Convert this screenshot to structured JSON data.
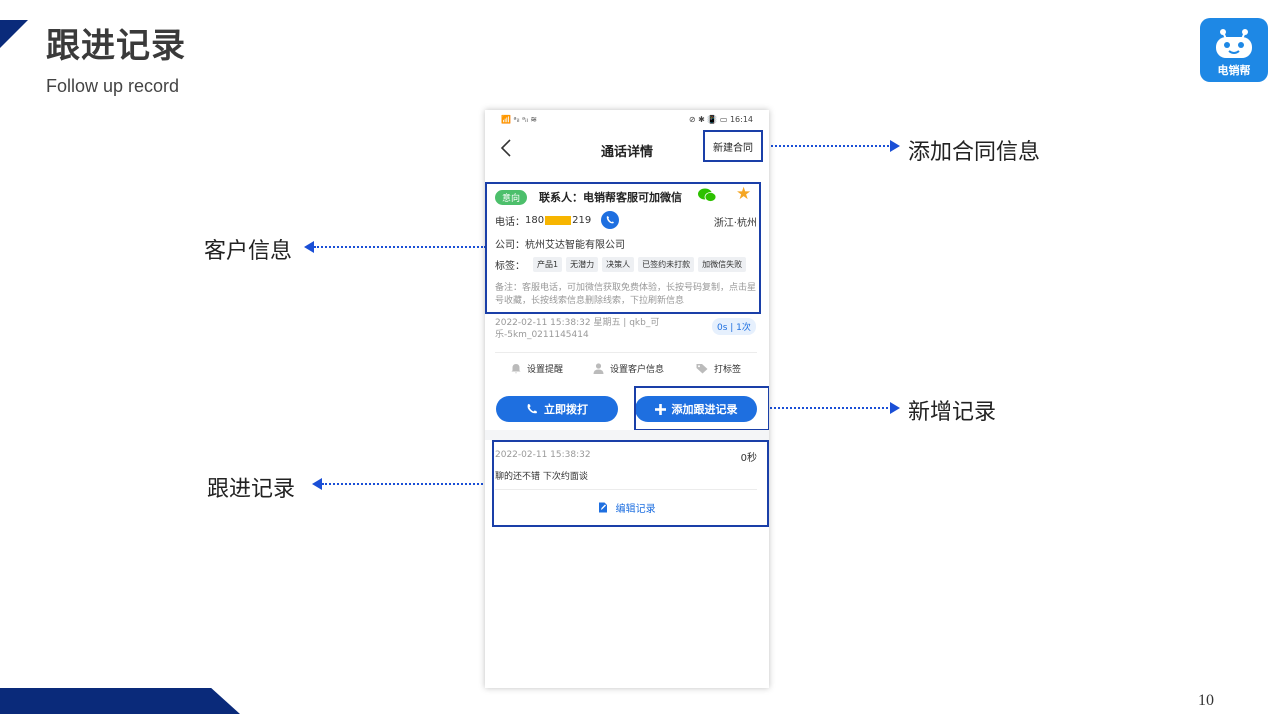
{
  "slide": {
    "title": "跟进记录",
    "subtitle": "Follow up record",
    "page_number": "10",
    "logo_text": "电销帮",
    "accent_color": "#0a2a7a",
    "annotation_color": "#1a4fd6"
  },
  "annotations": {
    "add_contract": "添加合同信息",
    "customer_info": "客户信息",
    "add_record": "新增记录",
    "follow_record": "跟进记录"
  },
  "phone": {
    "status": {
      "left": "📶 ᵃᵢₗ ᵃᵢₗ ≋",
      "right": "⊘ ✱ 📳 ▭ 16:14"
    },
    "nav": {
      "title": "通话详情",
      "new_contract": "新建合同"
    },
    "customer": {
      "intent_badge": "意向",
      "contact": "联系人：电销帮客服可加微信",
      "phone_label": "电话：",
      "phone_prefix": "180",
      "phone_suffix": "219",
      "location": "浙江·杭州",
      "company": "公司：杭州艾达智能有限公司",
      "tags_label": "标签：",
      "tags": [
        "产品1",
        "无潜力",
        "决策人",
        "已签约未打款",
        "加微信失败"
      ],
      "remark": "备注：客服电话，可加微信获取免费体验，长按号码复制，点击星号收藏，长按线索信息删除线索，下拉刷新信息"
    },
    "meta": {
      "line": "2022-02-11 15:38:32 星期五 | qkb_可乐-5km_0211145414",
      "duration": "0s | 1次"
    },
    "actions": {
      "reminder": "设置提醒",
      "set_customer": "设置客户信息",
      "tag": "打标签"
    },
    "buttons": {
      "call": "立即拨打",
      "add_record": "添加跟进记录"
    },
    "record": {
      "time": "2022-02-11 15:38:32",
      "duration": "0秒",
      "note": "聊的还不错 下次约面谈",
      "edit": "编辑记录"
    }
  }
}
